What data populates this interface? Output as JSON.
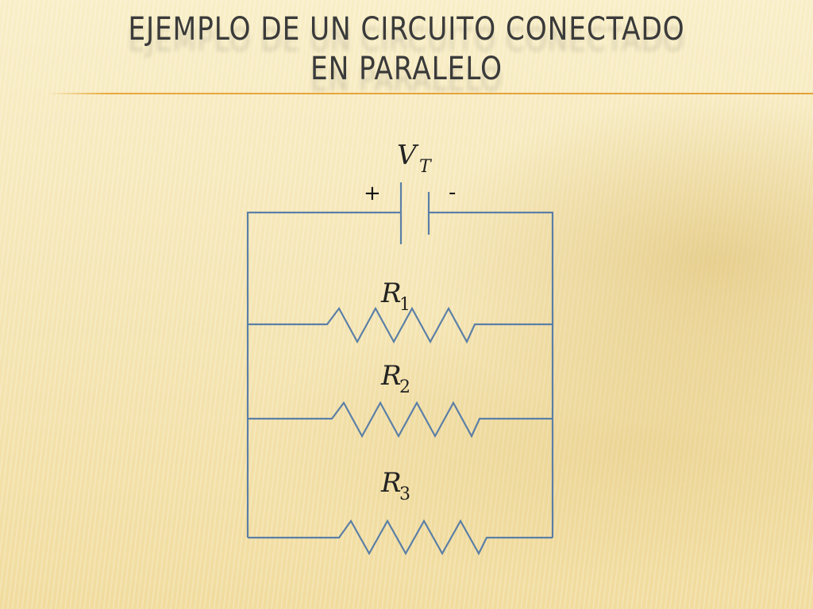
{
  "slide": {
    "title": "EJEMPLO DE UN CIRCUITO CONECTADO EN PARALELO"
  },
  "circuit": {
    "source": {
      "symbol": "V",
      "subscript": "T",
      "positive_label": "+",
      "negative_label": "-"
    },
    "resistors": [
      {
        "symbol": "R",
        "subscript": "1"
      },
      {
        "symbol": "R",
        "subscript": "2"
      },
      {
        "symbol": "R",
        "subscript": "3"
      }
    ]
  },
  "colors": {
    "wire": "#5b7fa6",
    "title_text": "#3a3a3a",
    "title_rule": "#e3a038"
  }
}
